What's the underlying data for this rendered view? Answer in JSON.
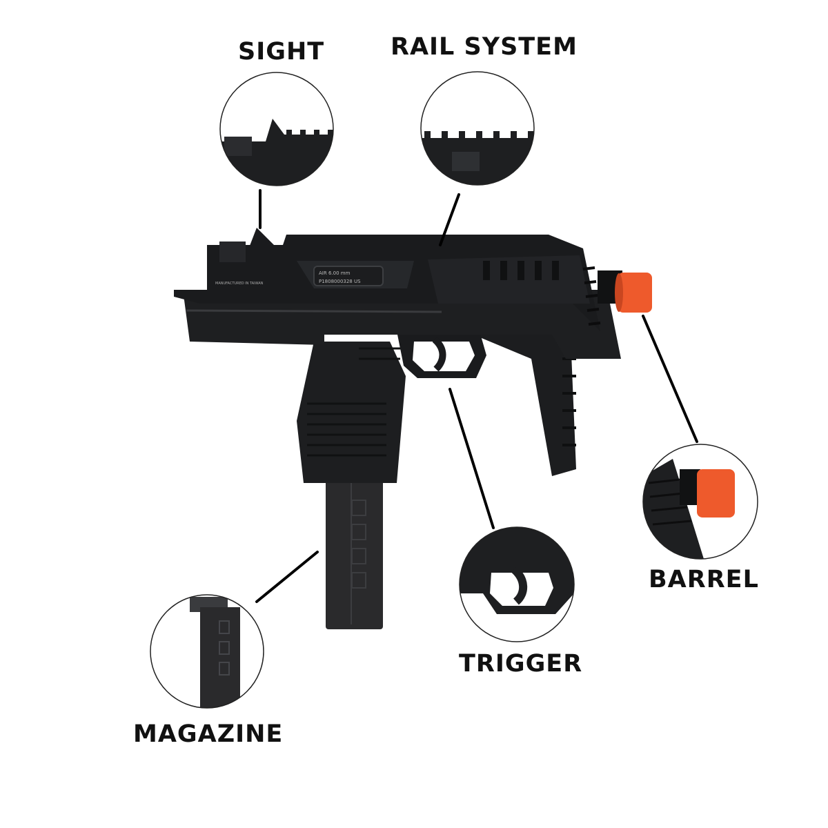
{
  "labels": {
    "sight": "SIGHT",
    "rail_system": "RAIL SYSTEM",
    "barrel": "BARREL",
    "trigger": "TRIGGER",
    "magazine": "MAGAZINE"
  },
  "engraving": {
    "side_text": "MANUFACTURED IN TAIWAN",
    "caliber": "AIR 6.00 mm",
    "serial": "P1808000328 US"
  },
  "colors": {
    "body": "#1a1b1d",
    "body_highlight": "#2b2d30",
    "orange_tip": "#ee5a2c",
    "magazine": "#2a2a2c",
    "leader_line": "#000000"
  }
}
